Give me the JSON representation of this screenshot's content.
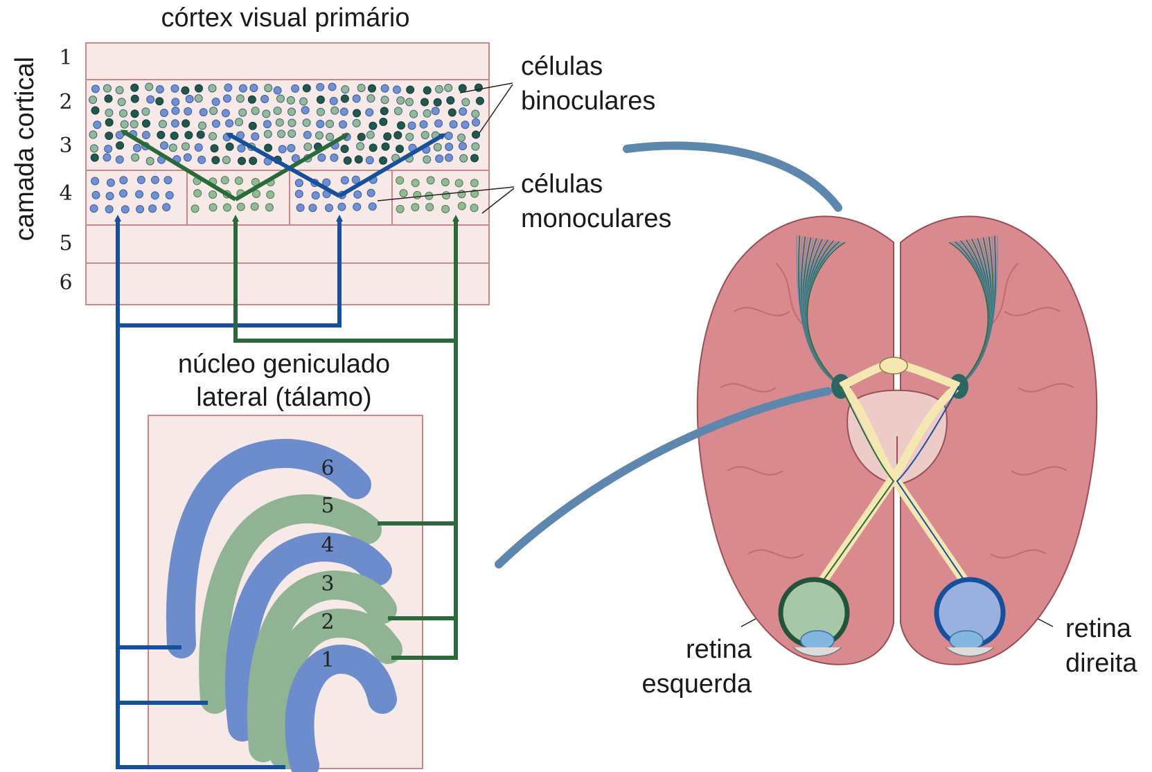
{
  "title": "córtex visual primário",
  "axis_label": "camada cortical",
  "cortex_layers": [
    "1",
    "2",
    "3",
    "4",
    "5",
    "6"
  ],
  "labels": {
    "binocular_line1": "células",
    "binocular_line2": "binoculares",
    "monocular_line1": "células",
    "monocular_line2": "monoculares",
    "lgn_line1": "núcleo geniculado",
    "lgn_line2": "lateral (tálamo)",
    "left_retina_line1": "retina",
    "left_retina_line2": "esquerda",
    "right_retina_line1": "retina",
    "right_retina_line2": "direita"
  },
  "lgn_layers": [
    "6",
    "5",
    "4",
    "3",
    "2",
    "1"
  ],
  "colors": {
    "blue_pathway": "#17509a",
    "green_pathway": "#2a6a3a",
    "blue_cell": "#6f8fd6",
    "green_cell": "#93bb93",
    "binocular_cell": "#205850",
    "cortex_fill": "#f6e7e6",
    "cortex_border": "#c98888",
    "brain": "#d98a8e",
    "optic_nerve": "#f4e7b2"
  }
}
